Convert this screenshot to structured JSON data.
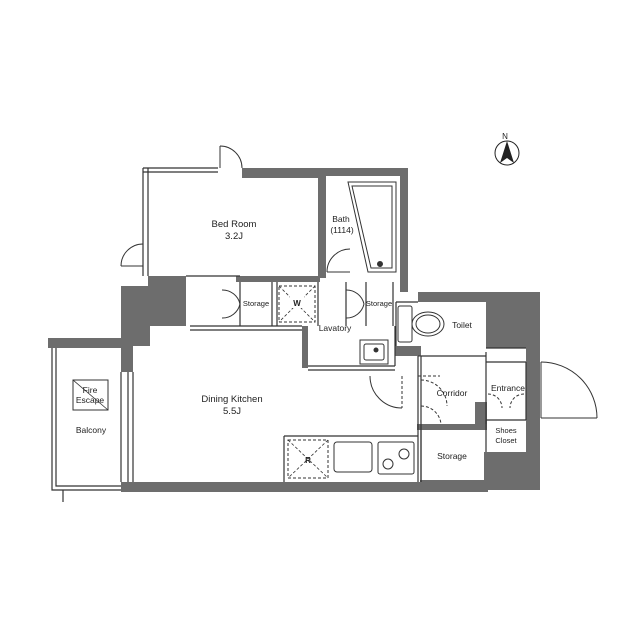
{
  "compass": {
    "label": "N"
  },
  "rooms": {
    "bedroom": {
      "name": "Bed Room",
      "size": "3.2J"
    },
    "bath": {
      "name": "Bath",
      "size": "(1114)"
    },
    "storage_bed": "Storage",
    "washer": "W",
    "storage_lav": "Storage",
    "lavatory": "Lavatory",
    "toilet": "Toilet",
    "dining": {
      "name": "Dining Kitchen",
      "size": "5.5J"
    },
    "fire_escape": {
      "line1": "Fire",
      "line2": "Escape"
    },
    "balcony": "Balcony",
    "corridor": "Corridor",
    "entrance": "Entrance",
    "shoes": {
      "line1": "Shoes",
      "line2": "Closet"
    },
    "storage_main": "Storage",
    "fridge": "R"
  },
  "colors": {
    "wall": "#6d6d6d",
    "line": "#333333",
    "background": "#ffffff"
  }
}
